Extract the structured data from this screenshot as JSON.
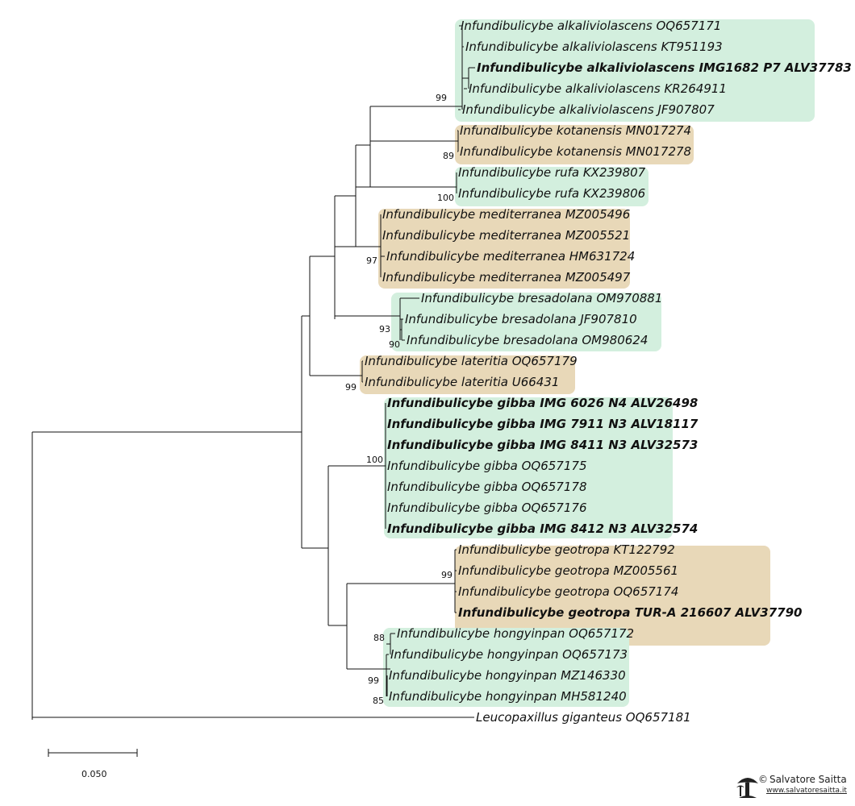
{
  "taxa": [
    {
      "label": "Infundibulicybe alkaliviolascens OQ657171"
    },
    {
      "label": "Infundibulicybe alkaliviolascens KT951193"
    },
    {
      "label": "Infundibulicybe alkaliviolascens IMG1682 P7 ALV37783"
    },
    {
      "label": "Infundibulicybe alkaliviolascens KR264911"
    },
    {
      "label": "Infundibulicybe alkaliviolascens JF907807"
    },
    {
      "label": "Infundibulicybe kotanensis MN017274"
    },
    {
      "label": "Infundibulicybe kotanensis MN017278"
    },
    {
      "label": "Infundibulicybe rufa KX239807"
    },
    {
      "label": "Infundibulicybe rufa KX239806"
    },
    {
      "label": "Infundibulicybe mediterranea MZ005496"
    },
    {
      "label": "Infundibulicybe mediterranea MZ005521"
    },
    {
      "label": "Infundibulicybe mediterranea HM631724"
    },
    {
      "label": "Infundibulicybe mediterranea MZ005497"
    },
    {
      "label": "Infundibulicybe bresadolana OM970881"
    },
    {
      "label": "Infundibulicybe bresadolana JF907810"
    },
    {
      "label": "Infundibulicybe bresadolana OM980624"
    },
    {
      "label": "Infundibulicybe lateritia OQ657179"
    },
    {
      "label": "Infundibulicybe lateritia U66431"
    },
    {
      "label": "Infundibulicybe gibba IMG 6026 N4 ALV26498"
    },
    {
      "label": "Infundibulicybe gibba IMG 7911 N3 ALV18117"
    },
    {
      "label": "Infundibulicybe gibba IMG 8411 N3 ALV32573"
    },
    {
      "label": "Infundibulicybe gibba OQ657175"
    },
    {
      "label": "Infundibulicybe gibba OQ657178"
    },
    {
      "label": "Infundibulicybe gibba OQ657176"
    },
    {
      "label": "Infundibulicybe gibba IMG 8412 N3 ALV32574"
    },
    {
      "label": "Infundibulicybe geotropa KT122792"
    },
    {
      "label": "Infundibulicybe geotropa MZ005561"
    },
    {
      "label": "Infundibulicybe geotropa OQ657174"
    },
    {
      "label": "Infundibulicybe geotropa TUR-A 216607 ALV37790"
    },
    {
      "label": "Infundibulicybe hongyinpan OQ657172"
    },
    {
      "label": "Infundibulicybe hongyinpan OQ657173"
    },
    {
      "label": "Infundibulicybe hongyinpan MZ146330"
    },
    {
      "label": "Infundibulicybe hongyinpan MH581240"
    },
    {
      "label": "Leucopaxillus giganteus OQ657181"
    }
  ],
  "bold_taxa": [
    2,
    18,
    19,
    20,
    24,
    28
  ],
  "support_values": [
    "99",
    "89",
    "100",
    "97",
    "93",
    "90",
    "99",
    "100",
    "99",
    "88",
    "99",
    "85"
  ],
  "scale_bar": {
    "label": "0.050"
  },
  "watermark": {
    "name": "Salvatore Saitta",
    "url": "www.salvatoresaitta.it",
    "copyright_symbol": "©"
  },
  "colors": {
    "green_box": "#d3efde",
    "tan_box": "#e8d8b8",
    "line": "#111111"
  }
}
